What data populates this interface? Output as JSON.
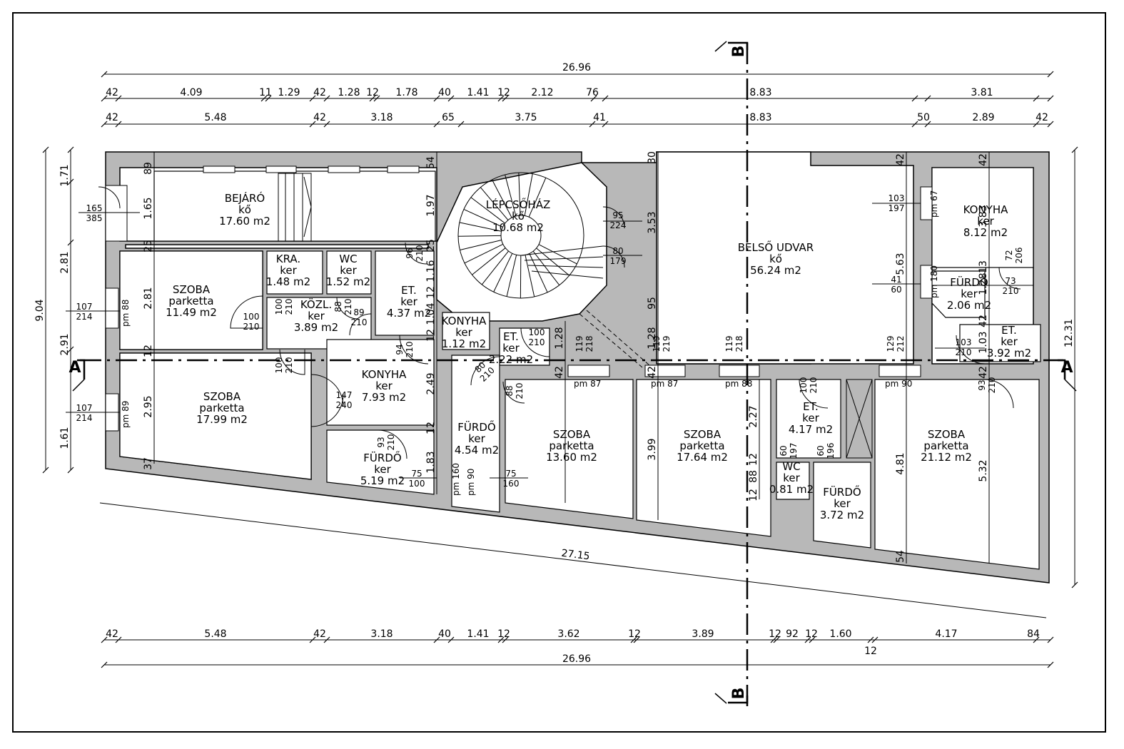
{
  "colors": {
    "wall": "#b8b8b8",
    "line": "#000000",
    "paper": "#ffffff"
  },
  "rooms": {
    "bejaro": [
      "BEJÁRÓ",
      "kő",
      "17.60 m2"
    ],
    "lepcsohaz": [
      "LÉPCSŐHÁZ",
      "kő",
      "10.68 m2"
    ],
    "udvar": [
      "BELSŐ UDVAR",
      "kő",
      "56.24 m2"
    ],
    "konyha_ne": [
      "KONYHA",
      "ker",
      "8.12 m2"
    ],
    "furdo_ne": [
      "FÜRDŐ",
      "ker",
      "2.06 m2"
    ],
    "et_ne": [
      "ET.",
      "ker",
      "3.92 m2"
    ],
    "szoba1": [
      "SZOBA",
      "parketta",
      "11.49 m2"
    ],
    "kra": [
      "KRA.",
      "ker",
      "1.48 m2"
    ],
    "wc1": [
      "WC",
      "ker",
      "1.52 m2"
    ],
    "et1": [
      "ET.",
      "ker",
      "4.37 m2"
    ],
    "kozl": [
      "KÖZL.",
      "ker",
      "3.89 m2"
    ],
    "konyha_mid": [
      "KONYHA",
      "ker",
      "1.12 m2"
    ],
    "et2": [
      "ET.",
      "ker",
      "2.22 m2"
    ],
    "konyha_left": [
      "KONYHA",
      "ker",
      "7.93 m2"
    ],
    "szoba2": [
      "SZOBA",
      "parketta",
      "17.99 m2"
    ],
    "furdo1": [
      "FÜRDŐ",
      "ker",
      "5.19 m2"
    ],
    "furdo2": [
      "FÜRDŐ",
      "ker",
      "4.54 m2"
    ],
    "szoba3": [
      "SZOBA",
      "parketta",
      "13.60 m2"
    ],
    "szoba4": [
      "SZOBA",
      "parketta",
      "17.64 m2"
    ],
    "et3": [
      "ET.",
      "ker",
      "4.17 m2"
    ],
    "wc2": [
      "WC",
      "ker",
      "0.81 m2"
    ],
    "furdo3": [
      "FÜRDŐ",
      "ker",
      "3.72 m2"
    ],
    "szoba5": [
      "SZOBA",
      "parketta",
      "21.12 m2"
    ]
  },
  "dims": {
    "top_total": "26.96",
    "top_row1": [
      "42",
      "4.09",
      "11",
      "1.29",
      "42",
      "1.28",
      "12",
      "1.78",
      "40",
      "1.41",
      "12",
      "2.12",
      "76",
      "8.83",
      "3.81"
    ],
    "top_row2": [
      "42",
      "5.48",
      "42",
      "3.18",
      "65",
      "3.75",
      "41",
      "8.83",
      "50",
      "2.89",
      "42"
    ],
    "bottom_row": [
      "42",
      "5.48",
      "42",
      "3.18",
      "40",
      "1.41",
      "12",
      "3.62",
      "12",
      "3.89",
      "12",
      "92",
      "12",
      "1.60",
      "4.17",
      "84"
    ],
    "bottom_small": "12",
    "bottom_total": "26.96",
    "diag_total": "27.15",
    "left_total": "9.04",
    "left_parts": [
      "1.71",
      "2.81",
      "2.91",
      "1.61"
    ],
    "right_total": "12.31",
    "inner": {
      "v89": "89",
      "v165": "1.65",
      "v25": "25",
      "v281": "2.81",
      "v12": "12",
      "v295": "2.95",
      "v37": "37",
      "v54": "54",
      "v197": "1.97",
      "v25b": "25",
      "v116": "1.16",
      "v12b": "12",
      "v104": "1.04",
      "v12c": "12",
      "v249": "2.49",
      "v12d": "12",
      "v183": "1.83",
      "v30": "30",
      "v353": "3.53",
      "v95": "95",
      "v128a": "1.28",
      "v42a": "42",
      "v128b": "1.28",
      "v42b": "42",
      "v399": "3.99",
      "v227": "2.27",
      "v12e": "12",
      "v12f": "12",
      "v88": "88",
      "v42c": "42",
      "v563": "5.63",
      "v481": "4.81",
      "v54b": "54",
      "v42d": "42",
      "v383": "3.83",
      "v13": "13",
      "v128c": "1.28",
      "v42e": "42",
      "v103": "1.03",
      "v42f": "42",
      "v532": "5.32"
    }
  },
  "openings": {
    "o1": [
      "165",
      "385"
    ],
    "o2": [
      "107",
      "214"
    ],
    "o3": [
      "107",
      "214"
    ],
    "o4": [
      "100",
      "210"
    ],
    "o5": [
      "100",
      "210"
    ],
    "o6": [
      "100",
      "210"
    ],
    "o7": [
      "88",
      "210"
    ],
    "o8": [
      "89",
      "210"
    ],
    "o9": [
      "96",
      "210"
    ],
    "o10": [
      "94",
      "210"
    ],
    "o11": [
      "100",
      "210"
    ],
    "o12": [
      "80",
      "210"
    ],
    "o13": [
      "88",
      "210"
    ],
    "o14": [
      "147",
      "240"
    ],
    "o15": [
      "93",
      "210"
    ],
    "o16": [
      "75",
      "100"
    ],
    "o17": [
      "75",
      "160"
    ],
    "o18": [
      "95",
      "224"
    ],
    "o19": [
      "80",
      "179"
    ],
    "o20": [
      "119",
      "218"
    ],
    "o21": [
      "119",
      "219"
    ],
    "o22": [
      "119",
      "218"
    ],
    "o23": [
      "129",
      "212"
    ],
    "o24": [
      "100",
      "210"
    ],
    "o25": [
      "60",
      "197"
    ],
    "o26": [
      "60",
      "196"
    ],
    "o27": [
      "103",
      "197"
    ],
    "o28": [
      "41",
      "60"
    ],
    "o29": [
      "72",
      "206"
    ],
    "o30": [
      "73",
      "210"
    ],
    "o31": [
      "103",
      "210"
    ],
    "o32": [
      "93",
      "210"
    ]
  },
  "pm": [
    "pm 88",
    "pm 89",
    "pm 87",
    "pm 87",
    "pm 88",
    "pm 90",
    "pm 67",
    "pm 180",
    "pm 160",
    "pm 90"
  ],
  "section_labels": {
    "a": "A",
    "b": "B"
  }
}
